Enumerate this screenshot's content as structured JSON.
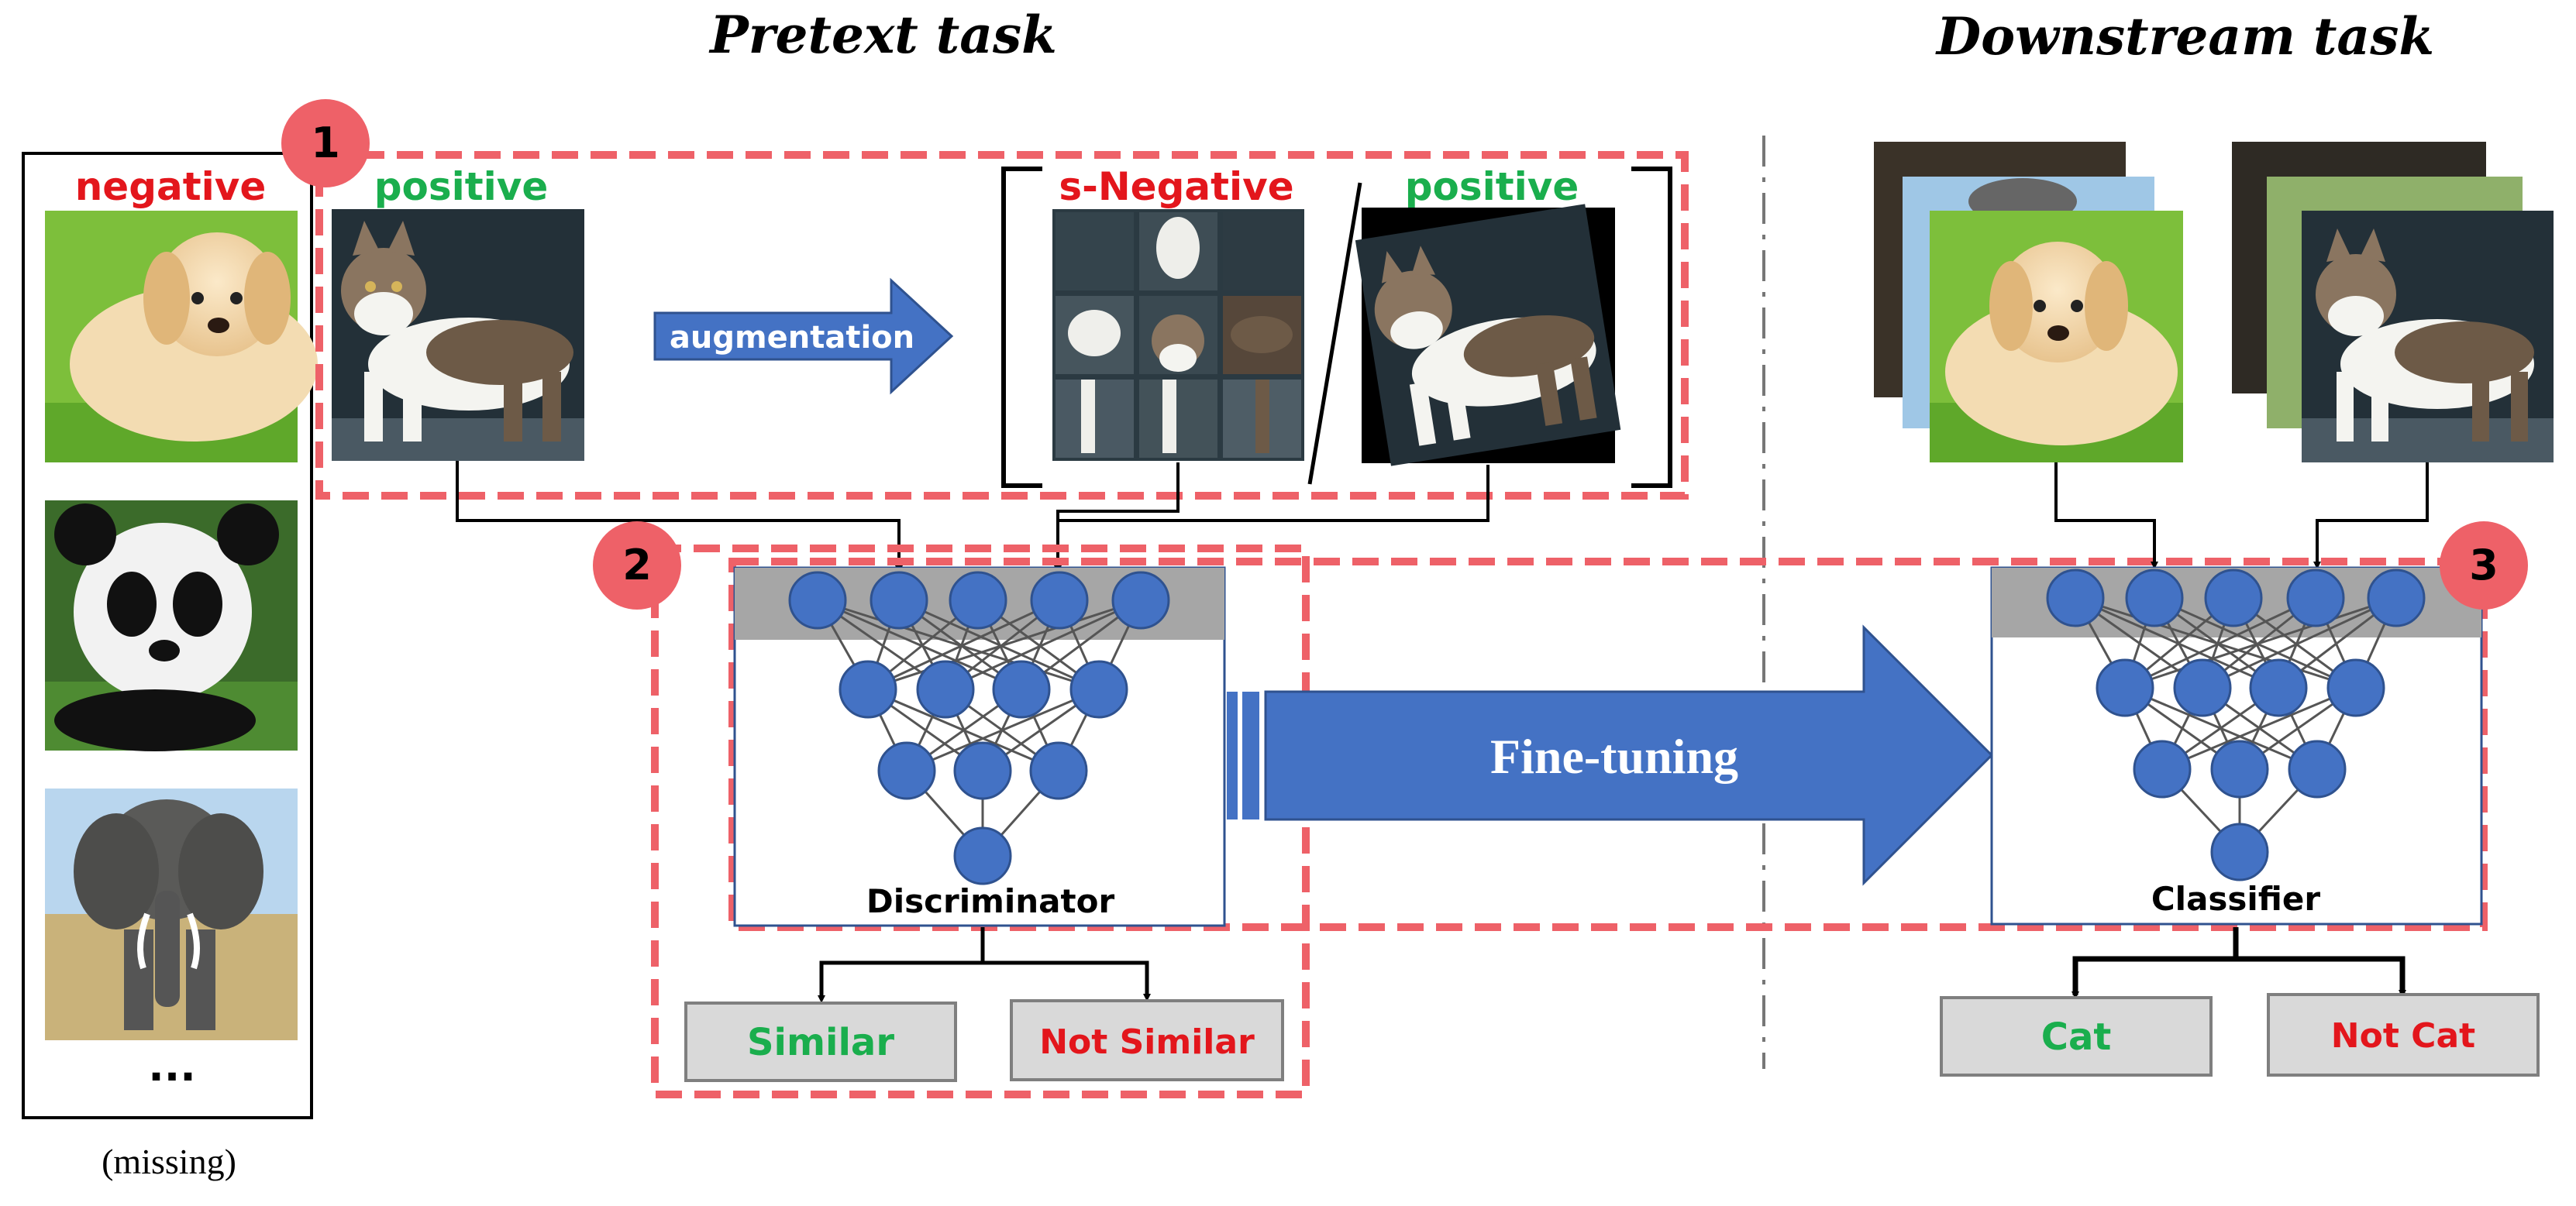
{
  "titles": {
    "pretext": "Pretext task",
    "downstream": "Downstream task"
  },
  "badges": [
    "1",
    "2",
    "3"
  ],
  "labels": {
    "negative": "negative",
    "positive_left": "positive",
    "augmentation": "augmentation",
    "s_negative": "s-Negative",
    "positive_right": "positive",
    "ellipsis": "...",
    "missing": "(missing)",
    "discriminator": "Discriminator",
    "fine_tuning": "Fine-tuning",
    "classifier": "Classifier"
  },
  "outputs": {
    "similar": "Similar",
    "not_similar": "Not Similar",
    "cat": "Cat",
    "not_cat": "Not Cat"
  },
  "colors": {
    "accent_red": "#ee6168",
    "node_blue": "#4472c4",
    "node_stroke": "#2f528f",
    "positive_green": "#1aae4d",
    "negative_red": "#e3161c",
    "header_gray": "#a6a6a6",
    "output_gray": "#d9d9d9"
  }
}
